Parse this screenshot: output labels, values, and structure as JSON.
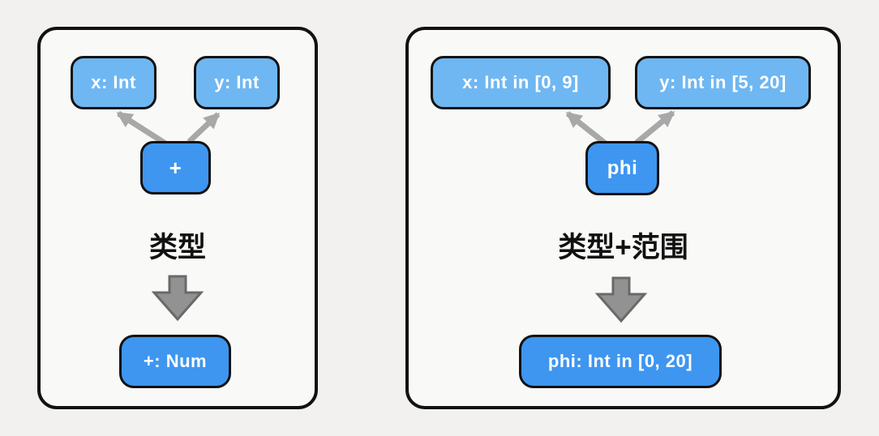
{
  "colors": {
    "page_bg": "#F2F1EF",
    "panel_bg": "#F9F9F7",
    "panel_border": "#121212",
    "node_light_blue": "#6FB7F2",
    "node_dark_blue": "#3E96F0",
    "node_text": "#FFFFFF",
    "edge_arrow_gray": "#A8A8A8",
    "block_arrow_fill": "#929292",
    "block_arrow_stroke": "#696969",
    "caption_text": "#111111"
  },
  "panels": [
    {
      "caption": "类型",
      "inputs": [
        {
          "label": "x: Int"
        },
        {
          "label": "y: Int"
        }
      ],
      "operator": {
        "label": "+"
      },
      "result": {
        "label": "+: Num"
      }
    },
    {
      "caption": "类型+范围",
      "inputs": [
        {
          "label": "x: Int in [0, 9]"
        },
        {
          "label": "y: Int in [5, 20]"
        }
      ],
      "operator": {
        "label": "phi"
      },
      "result": {
        "label": "phi: Int in [0, 20]"
      }
    }
  ]
}
